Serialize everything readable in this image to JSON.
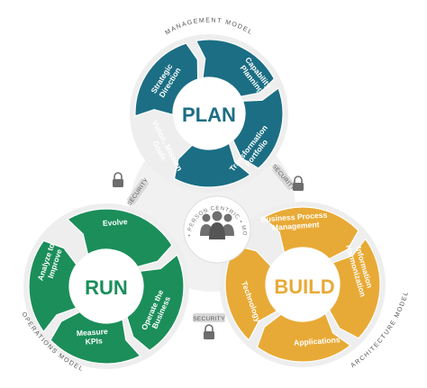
{
  "colors": {
    "plan": "#1b6e84",
    "run": "#1b8e5a",
    "build": "#e8aa36",
    "ring_bg": "#eeeeee",
    "lock": "#6d6d6d",
    "label_text": "#555555"
  },
  "plan": {
    "label": "PLAN",
    "model": "MANAGEMENT MODEL",
    "segments": [
      "Strategic Direction",
      "Capability Planning",
      "Transformation Portfolio",
      "Vision, Mission Goals"
    ]
  },
  "run": {
    "label": "RUN",
    "model": "OPERATIONS MODEL",
    "segments": [
      "Evolve",
      "Operate the Business",
      "Measure KPIs",
      "Analyze to Improve"
    ]
  },
  "build": {
    "label": "BUILD",
    "model": "ARCHITECTURE MODEL",
    "segments": [
      "Business Process Management",
      "Information Harmonization",
      "Applications",
      "Technology"
    ]
  },
  "center": {
    "ring_text": "AGILE • PERSON CENTRIC • MODULAR",
    "icon": "people-group-icon"
  },
  "security": {
    "label": "SECURITY",
    "icon": "padlock-icon"
  }
}
